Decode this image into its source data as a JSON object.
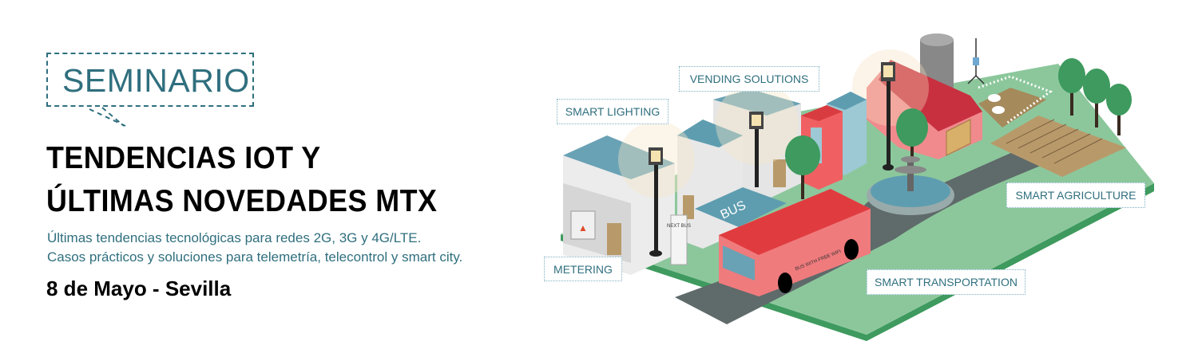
{
  "badge": {
    "label": "SEMINARIO"
  },
  "title": {
    "line1": "TENDENCIAS IOT Y",
    "line2": "ÚLTIMAS NOVEDADES MTX"
  },
  "subtitle": {
    "line1": "Últimas tendencias tecnológicas para redes 2G, 3G y 4G/LTE.",
    "line2": "Casos prácticos y soluciones para telemetría, telecontrol y smart city."
  },
  "event": {
    "date_location": "8 de Mayo - Sevilla"
  },
  "illustration": {
    "labels": {
      "smart_lighting": "SMART LIGHTING",
      "vending": "VENDING SOLUTIONS",
      "agriculture": "SMART AGRICULTURE",
      "transportation": "SMART TRANSPORTATION",
      "metering": "METERING"
    },
    "bus_shelter_sign": "BUS",
    "bus_stop_sign": "NEXT BUS",
    "bus_side_ad": "BUS WITH FREE WIFI"
  },
  "colors": {
    "accent": "#2f6f7e",
    "ground": "#8cc79c",
    "road": "#5f6a6a",
    "bus": "#e8585a"
  }
}
